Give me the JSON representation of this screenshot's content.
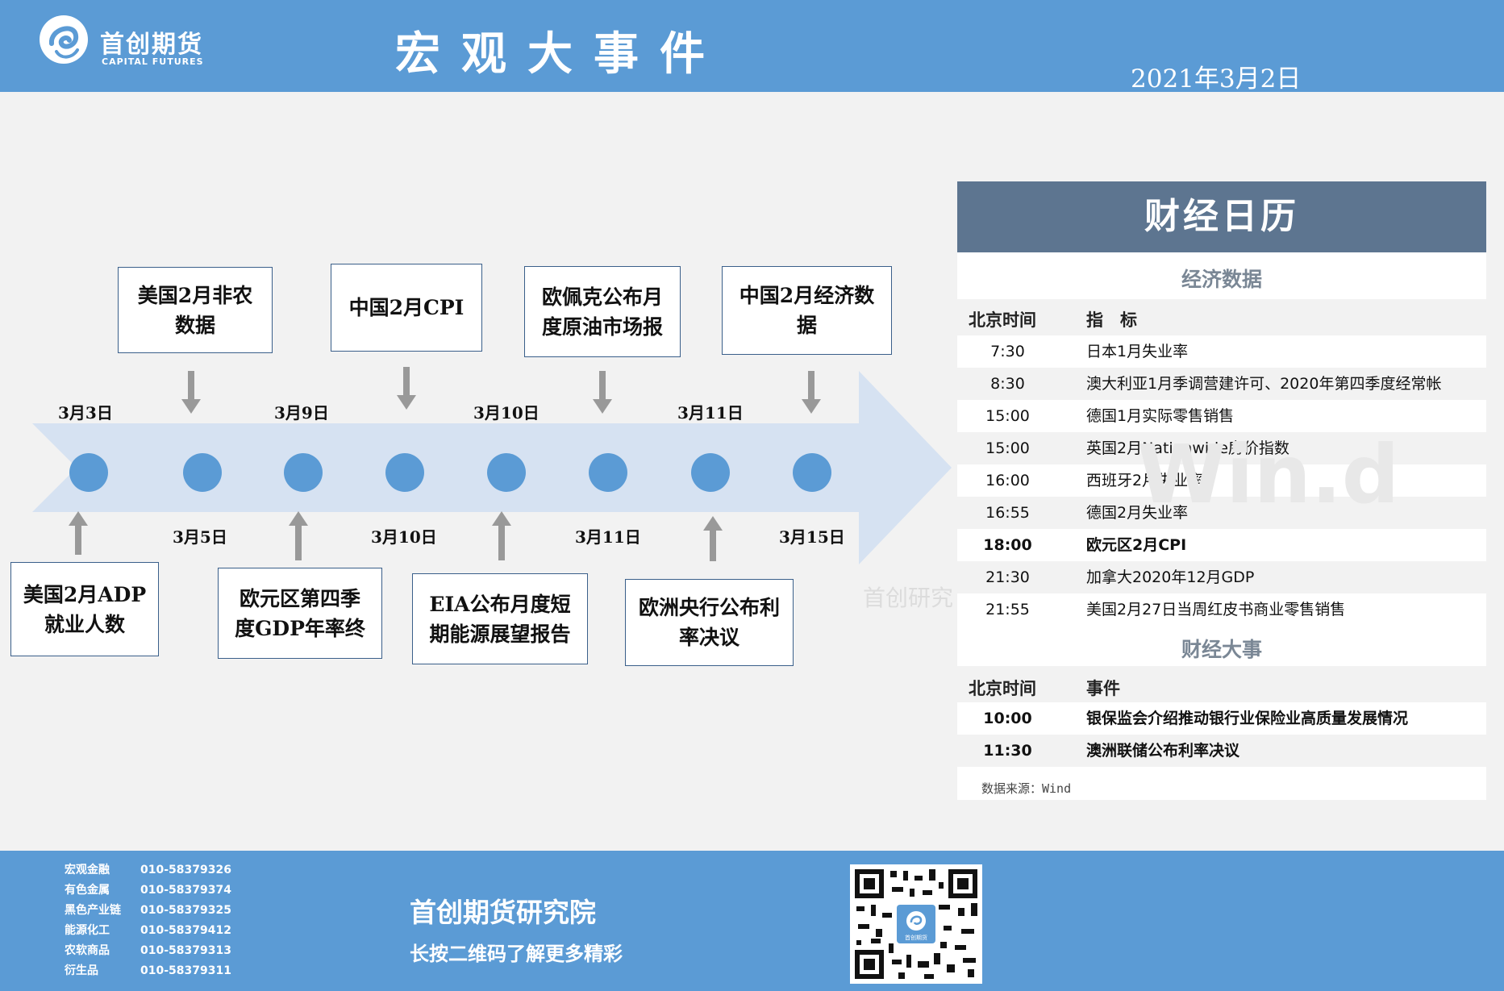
{
  "header": {
    "logo_cn": "首创期货",
    "logo_en": "CAPITAL FUTURES",
    "title": "宏观大事件",
    "date": "2021年3月2日"
  },
  "timeline": {
    "top_dates": [
      "3月3日",
      "3月9日",
      "3月10日",
      "3月11日"
    ],
    "bottom_dates": [
      "3月5日",
      "3月10日",
      "3月11日",
      "3月15日"
    ],
    "top_events": [
      {
        "line1": "美国2月非农",
        "line2": "数据"
      },
      {
        "line1": "中国2月CPI",
        "line2": ""
      },
      {
        "line1": "欧佩克公布月",
        "line2": "度原油市场报"
      },
      {
        "line1": "中国2月经济数",
        "line2": "据"
      }
    ],
    "bottom_events": [
      {
        "line1": "美国2月ADP",
        "line2": "就业人数"
      },
      {
        "line1": "欧元区第四季",
        "line2": "度GDP年率终"
      },
      {
        "line1": "EIA公布月度短",
        "line2": "期能源展望报告"
      },
      {
        "line1": "欧洲央行公布利",
        "line2": "率决议"
      }
    ]
  },
  "calendar": {
    "title": "财经日历",
    "econ_title": "经济数据",
    "col_time": "北京时间",
    "col_indicator": "指　标",
    "econ_rows": [
      {
        "time": "7:30",
        "name": "日本1月失业率"
      },
      {
        "time": "8:30",
        "name": "澳大利亚1月季调营建许可、2020年第四季度经常帐"
      },
      {
        "time": "15:00",
        "name": "德国1月实际零售销售"
      },
      {
        "time": "15:00",
        "name": "英国2月Nationwide房价指数"
      },
      {
        "time": "16:00",
        "name": "西班牙2月失业率"
      },
      {
        "time": "16:55",
        "name": "德国2月失业率"
      },
      {
        "time": "18:00",
        "name": "欧元区2月CPI"
      },
      {
        "time": "21:30",
        "name": "加拿大2020年12月GDP"
      },
      {
        "time": "21:55",
        "name": "美国2月27日当周红皮书商业零售销售"
      }
    ],
    "events_title": "财经大事",
    "col_event": "事件",
    "event_rows": [
      {
        "time": "10:00",
        "name": "银保监会介绍推动银行业保险业高质量发展情况"
      },
      {
        "time": "11:30",
        "name": "澳洲联储公布利率决议"
      }
    ],
    "source": "数据来源：Wind",
    "watermark": "Win.d",
    "watermark2": "首创研究"
  },
  "footer": {
    "contacts": [
      {
        "name": "宏观金融",
        "phone": "010-58379326"
      },
      {
        "name": "有色金属",
        "phone": "010-58379374"
      },
      {
        "name": "黑色产业链",
        "phone": "010-58379325"
      },
      {
        "name": "能源化工",
        "phone": "010-58379412"
      },
      {
        "name": "农软商品",
        "phone": "010-58379313"
      },
      {
        "name": "衍生品",
        "phone": "010-58379311"
      }
    ],
    "org": "首创期货研究院",
    "org_sub": "长按二维码了解更多精彩",
    "qr_label": "首创期货"
  },
  "colors": {
    "header_blue": "#5b9bd5",
    "calendar_head": "#5d7590",
    "arrow": "#d6e2f2",
    "dot": "#5b9bd5"
  }
}
